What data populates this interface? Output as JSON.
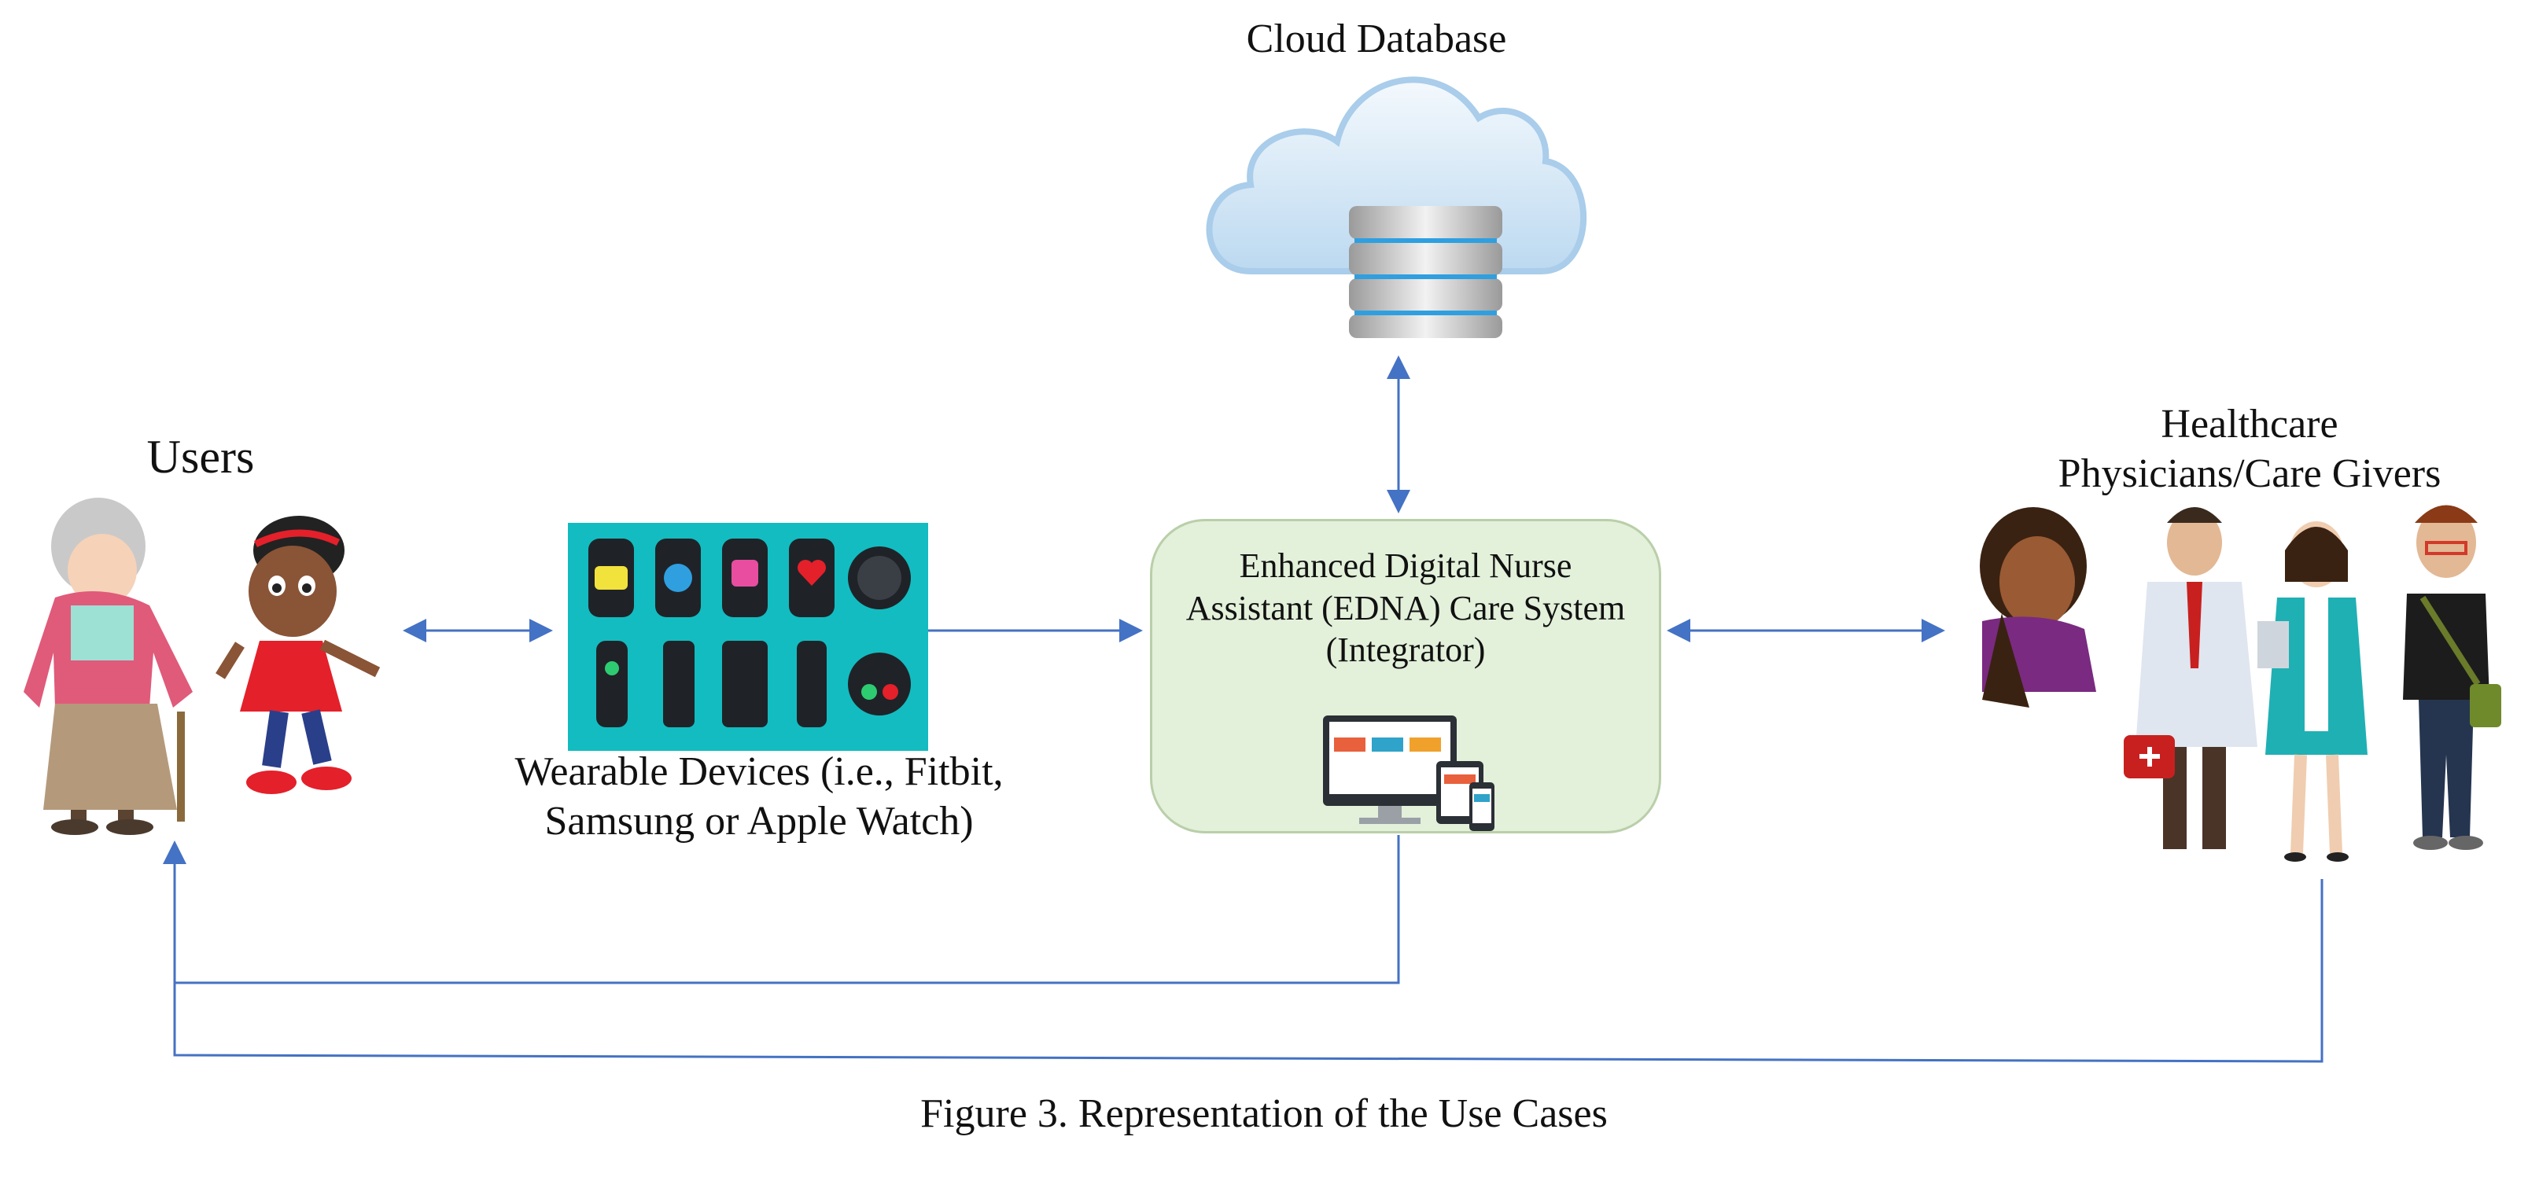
{
  "labels": {
    "users": "Users",
    "cloud": "Cloud Database",
    "healthcare_line1": "Healthcare",
    "healthcare_line2": "Physicians/Care Givers",
    "wearables": "Wearable Devices (i.e., Fitbit, Samsung or Apple Watch)",
    "edna_line1": "Enhanced Digital Nurse",
    "edna_line2": "Assistant (EDNA) Care System",
    "edna_line3": "(Integrator)",
    "caption": "Figure 3. Representation of the Use Cases"
  },
  "colors": {
    "arrow": "#4472c4",
    "edna_fill": "#e3f0da",
    "edna_border": "#b9cfa9",
    "watch_panel": "#13bcc0",
    "cloud_fill": "#d2e6f6",
    "server_stripe": "#2f9fe0"
  },
  "icons": {
    "users": [
      "elderly-woman-with-cane-icon",
      "girl-in-red-dress-icon"
    ],
    "cloud": "cloud-server-icon",
    "wearables": "smartwatch-grid-icon",
    "edna": "multi-device-screen-icon",
    "healthcare": [
      "woman-icon",
      "male-doctor-icon",
      "female-doctor-icon",
      "caregiver-man-icon"
    ]
  }
}
